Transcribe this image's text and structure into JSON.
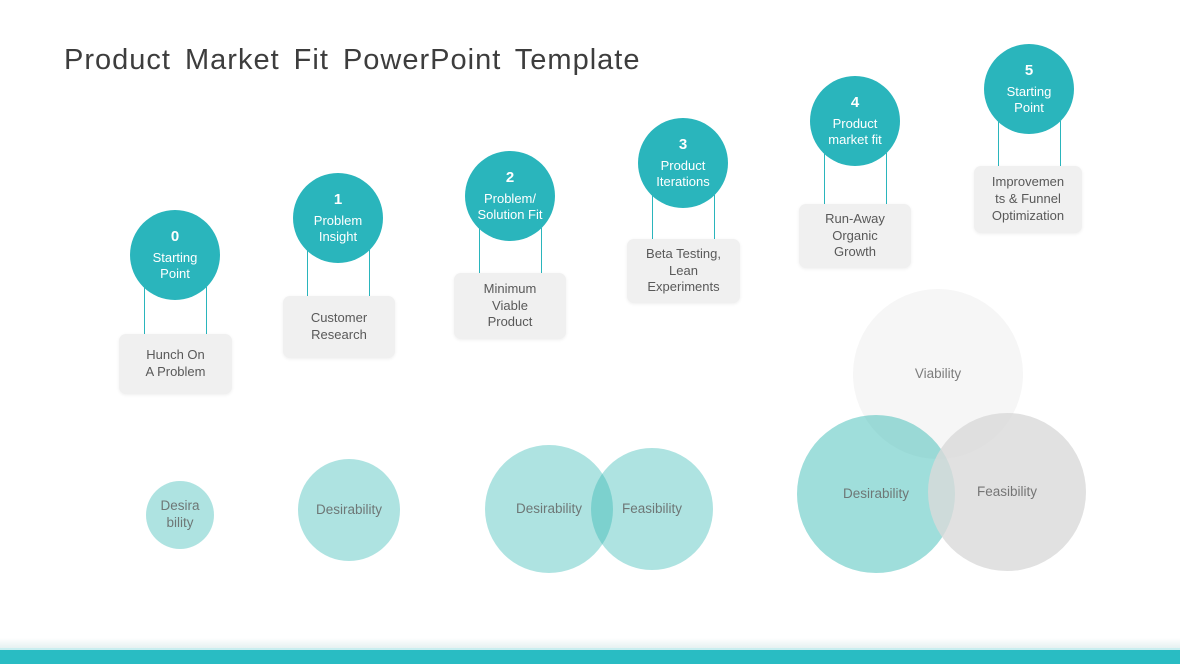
{
  "slide": {
    "title": "Product Market Fit PowerPoint Template",
    "accent_color": "#2ab5bc",
    "box_color": "#f0f0f0",
    "bottom_bar_color": "#29bcc3",
    "venn_teal_color": "#b3e2de",
    "venn_gray_color": "#e2e2e2",
    "venn_light_gray_color": "#f6f6f6"
  },
  "stages": [
    {
      "number": "0",
      "circle_label": "Starting\nPoint",
      "box_label": "Hunch On\nA Problem"
    },
    {
      "number": "1",
      "circle_label": "Problem\nInsight",
      "box_label": "Customer\nResearch"
    },
    {
      "number": "2",
      "circle_label": "Problem/\nSolution Fit",
      "box_label": "Minimum\nViable\nProduct"
    },
    {
      "number": "3",
      "circle_label": "Product\nIterations",
      "box_label": "Beta Testing,\nLean\nExperiments"
    },
    {
      "number": "4",
      "circle_label": "Product\nmarket fit",
      "box_label": "Run-Away\nOrganic\nGrowth"
    },
    {
      "number": "5",
      "circle_label": "Starting\nPoint",
      "box_label": "Improvemen\nts & Funnel\nOptimization"
    }
  ],
  "venn": {
    "small": {
      "label": "Desira\nbility"
    },
    "medium": {
      "label": "Desirability"
    },
    "pair": {
      "left_label": "Desirability",
      "right_label": "Feasibility"
    },
    "triple": {
      "top_label": "Viability",
      "left_label": "Desirability",
      "right_label": "Feasibility"
    }
  }
}
